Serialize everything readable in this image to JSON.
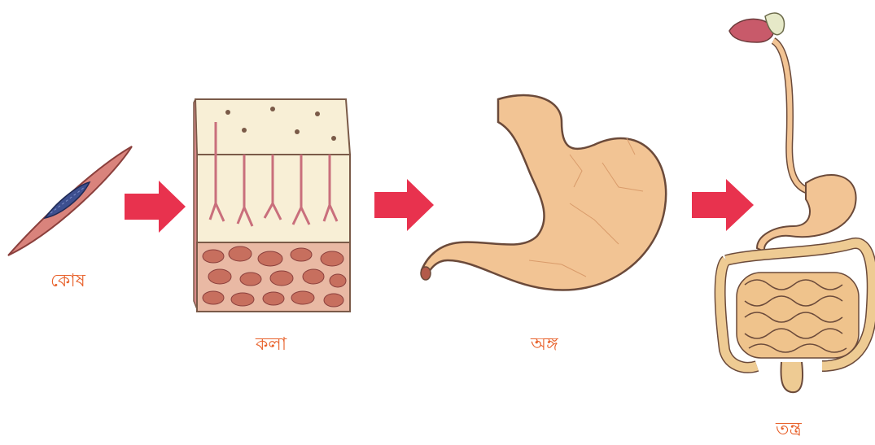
{
  "labels": {
    "cell": "কোষ",
    "tissue": "কলা",
    "organ": "অঙ্গ",
    "system": "তন্ত্র"
  },
  "colors": {
    "label": "#e8622c",
    "arrow": "#e8324e",
    "cell_fill": "#d9837c",
    "nucleus": "#3d4f8f",
    "tissue_cream": "#f8efd6",
    "tissue_stripe": "#c96f7c",
    "tissue_red": "#c76f5e",
    "organ_fill": "#f2c494",
    "outline": "#6b4a3a"
  },
  "icons": [
    "cell-icon",
    "arrow-right-icon",
    "tissue-block-icon",
    "stomach-icon",
    "digestive-system-icon"
  ]
}
